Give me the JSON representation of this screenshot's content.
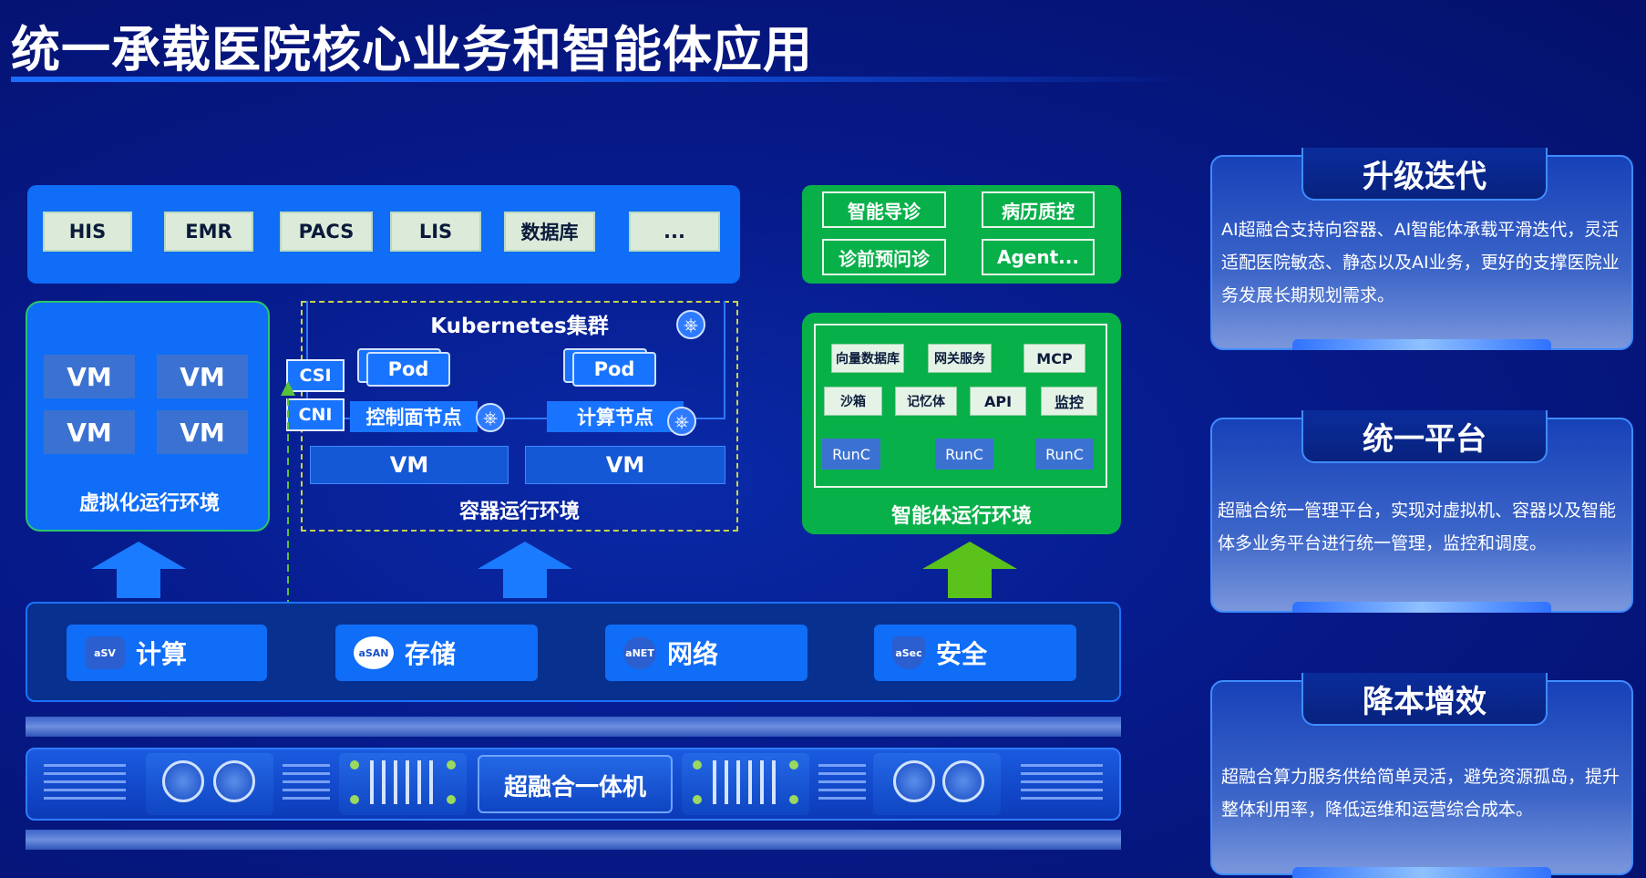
{
  "title": "统一承载医院核心业务和智能体应用",
  "apps": [
    "HIS",
    "EMR",
    "PACS",
    "LIS",
    "数据库",
    "..."
  ],
  "agent_apps": [
    "智能导诊",
    "病历质控",
    "诊前预问诊",
    "Agent..."
  ],
  "virt": {
    "vms": [
      "VM",
      "VM",
      "VM",
      "VM"
    ],
    "label": "虚拟化运行环境"
  },
  "container": {
    "cluster": "Kubernetes集群",
    "pod_left": "Pod",
    "pod_right": "Pod",
    "csi": "CSI",
    "cni": "CNI",
    "control_node": "控制面节点",
    "compute_node": "计算节点",
    "vm_left": "VM",
    "vm_right": "VM",
    "label": "容器运行环境"
  },
  "agent_env": {
    "row1": [
      "向量数据库",
      "网关服务",
      "MCP"
    ],
    "row2": [
      "沙箱",
      "记忆体",
      "API",
      "监控"
    ],
    "runc": [
      "RunC",
      "RunC",
      "RunC"
    ],
    "label": "智能体运行环境"
  },
  "services": [
    {
      "name": "计算",
      "badge": "aSV"
    },
    {
      "name": "存储",
      "badge": "aSAN"
    },
    {
      "name": "网络",
      "badge": "aNET"
    },
    {
      "name": "安全",
      "badge": "aSec"
    }
  ],
  "machine_label": "超融合一体机",
  "cards": [
    {
      "title": "升级迭代",
      "text": "AI超融合支持向容器、AI智能体承载平滑迭代，灵活适配医院敏态、静态以及AI业务，更好的支撑医院业务发展长期规划需求。"
    },
    {
      "title": "统一平台",
      "text": "超融合统一管理平台，实现对虚拟机、容器以及智能体多业务平台进行统一管理，监控和调度。"
    },
    {
      "title": "降本增效",
      "text": "超融合算力服务供给简单灵活，避免资源孤岛，提升整体利用率，降低运维和运营综合成本。"
    }
  ],
  "colors": {
    "background": "#061a8a",
    "accent_blue": "#0f6df7",
    "accent_green": "#08b04a",
    "arrow_green": "#5ac21a"
  }
}
